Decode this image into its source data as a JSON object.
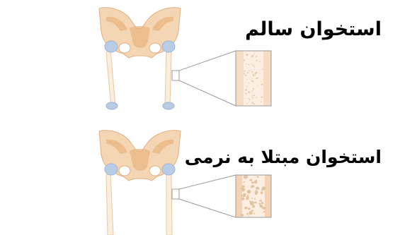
{
  "panels": [
    {
      "id": "healthy",
      "label": "استخوان سالم",
      "condition": "normal"
    },
    {
      "id": "osteoporosis",
      "label": "استخوان مبتلا به نرمی",
      "condition": "porous"
    }
  ],
  "colors": {
    "bone_fill": "#f4d6b4",
    "bone_shade": "#e8b47e",
    "bone_dark": "#d9975a",
    "femur_fill": "#fbeedd",
    "joint": "#b9cce6",
    "section_fill": "#fcefe2",
    "section_pore": "#e2c3a0",
    "line": "#9b9b9b"
  }
}
